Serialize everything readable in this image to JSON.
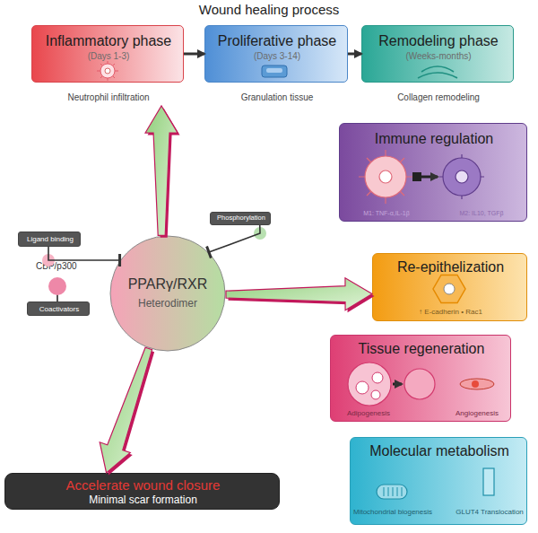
{
  "diagram": {
    "title": "Wound healing process",
    "nodes": [
      {
        "text": [
          "Inflammatory phase",
          "(Days 1-3)",
          "Neutrophil infiltration"
        ]
      },
      {
        "text": [
          "Proliferative phase",
          "(Days 3-14)",
          "Granulation tissue"
        ]
      },
      {
        "text": [
          "Remodeling phase",
          "(Weeks-months)",
          "Collagen remodeling"
        ]
      },
      {
        "text": [
          "Immune regulation",
          "M1: TNF-α,IL-1β",
          "M2: IL10, TGFβ"
        ]
      },
      {
        "text": [
          "Re-epithelization",
          "↑ E-cadherin • Rac1"
        ]
      },
      {
        "text": [
          "Tissue regeneration",
          "Adipogenesis",
          "Angiogenesis"
        ]
      },
      {
        "text": [
          "Molecular metabolism",
          "Mitochondrial biogenesis",
          "GLUT4 Translocation"
        ]
      },
      {
        "text": [
          "Ligand binding"
        ]
      },
      {
        "text": [
          "PPARγ/RXR",
          "Heterodimer"
        ]
      },
      {
        "text": [
          "Phosphorylation"
        ]
      },
      {
        "text": [
          "Coactivators"
        ]
      },
      {
        "text": [
          "Accelerate wound closure",
          "Minimal scar formation"
        ]
      }
    ],
    "edges": [
      {
        "from": 0,
        "to": 1,
        "arrow": "to"
      },
      {
        "from": 1,
        "to": 2,
        "arrow": "to"
      },
      {
        "from": 8,
        "to": 0,
        "arrow": "to"
      },
      {
        "from": 8,
        "to": 4,
        "arrow": "to"
      },
      {
        "from": 8,
        "to": 11,
        "arrow": "to"
      },
      {
        "from": 7,
        "to": 8,
        "arrow": "to"
      },
      {
        "from": 9,
        "to": 8,
        "arrow": "to"
      }
    ],
    "labels": [
      "CBP/p300"
    ]
  }
}
